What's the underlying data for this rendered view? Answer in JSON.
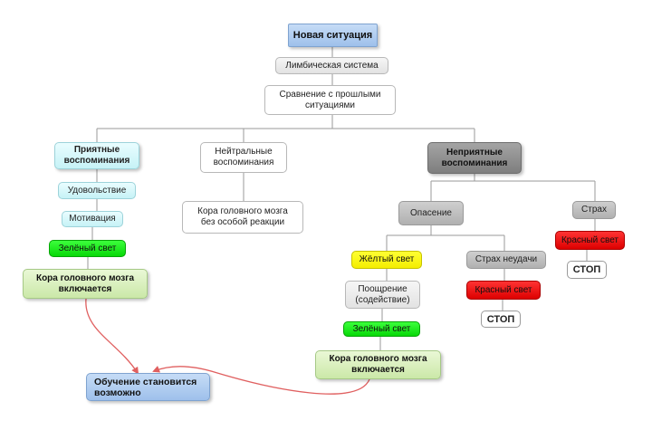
{
  "nodes": {
    "new_situation": "Новая ситуация",
    "limbic_system": "Лимбическая система",
    "comparison_line1": "Сравнение с прошлыми",
    "comparison_line2": "ситуациями",
    "pleasant_line1": "Приятные",
    "pleasant_line2": "воспоминания",
    "satisfaction": "Удовольствие",
    "motivation": "Мотивация",
    "green_light_left": "Зелёный свет",
    "cortex_on_left_line1": "Кора головного мозга",
    "cortex_on_left_line2": "включается",
    "neutral_line1": "Нейтральные",
    "neutral_line2": "воспоминания",
    "cortex_neutral_line1": "Кора головного мозга",
    "cortex_neutral_line2": "без особой реакции",
    "unpleasant_line1": "Неприятные",
    "unpleasant_line2": "воспоминания",
    "apprehension": "Опасение",
    "fear": "Страх",
    "yellow_light": "Жёлтый свет",
    "encouragement_line1": "Поощрение",
    "encouragement_line2": "(содействие)",
    "green_light_right": "Зелёный свет",
    "cortex_on_right_line1": "Кора головного мозга",
    "cortex_on_right_line2": "включается",
    "fear_of_failure": "Страх неудачи",
    "red_light_fear": "Красный свет",
    "stop_fear": "СТОП",
    "red_light_failure": "Красный свет",
    "stop_failure": "СТОП",
    "learning_line1": "Обучение становится",
    "learning_line2": "возможно"
  },
  "colors": {
    "connector": "#9a9a9a",
    "arrow": "#e06060"
  }
}
